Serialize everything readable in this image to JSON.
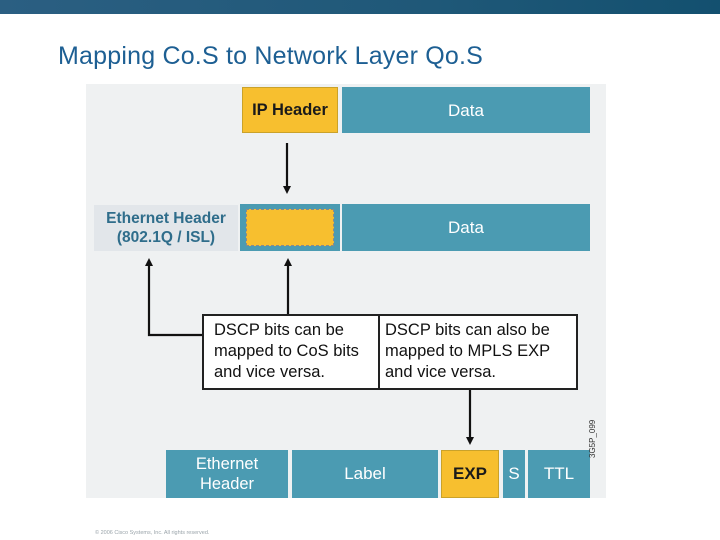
{
  "slide": {
    "title": "Mapping Co.S to Network Layer Qo.S",
    "footer": "© 2006 Cisco Systems, Inc. All rights reserved.",
    "side_code": "3G5P_099"
  },
  "ip_row": {
    "header_label": "IP Header",
    "data_label": "Data"
  },
  "ethernet_row": {
    "header_label_line1": "Ethernet Header",
    "header_label_line2": "(802.1Q / ISL)",
    "data_label": "Data"
  },
  "description": {
    "left_text": "DSCP bits can be mapped to CoS bits and vice versa.",
    "right_text": "DSCP bits can also be mapped to MPLS EXP and vice versa."
  },
  "mpls_row": {
    "ethernet_header_line1": "Ethernet",
    "ethernet_header_line2": "Header",
    "label": "Label",
    "exp": "EXP",
    "s": "S",
    "ttl": "TTL"
  },
  "colors": {
    "teal": "#4b9bb2",
    "yellow": "#f7bf2f",
    "title_blue": "#1d5f93"
  }
}
